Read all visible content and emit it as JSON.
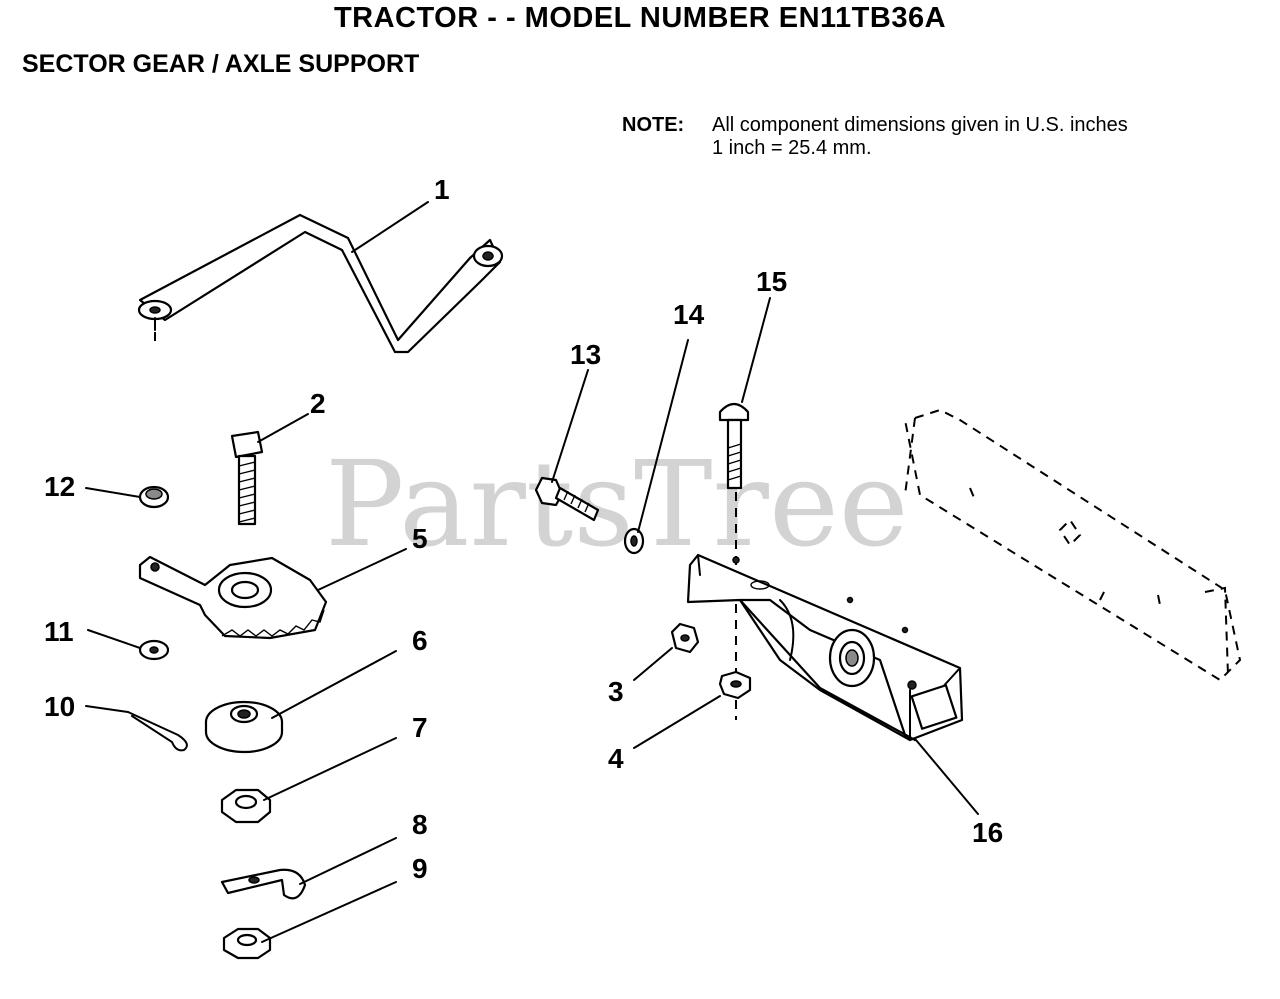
{
  "header": {
    "title": "TRACTOR - - MODEL NUMBER EN11TB36A",
    "subtitle": "SECTOR GEAR / AXLE SUPPORT"
  },
  "note": {
    "label": "NOTE:",
    "line1": "All component dimensions given in U.S. inches",
    "line2": "1 inch = 25.4 mm."
  },
  "watermark": "PartsTree",
  "callouts": [
    "1",
    "2",
    "3",
    "4",
    "5",
    "6",
    "7",
    "8",
    "9",
    "10",
    "11",
    "12",
    "13",
    "14",
    "15",
    "16"
  ]
}
